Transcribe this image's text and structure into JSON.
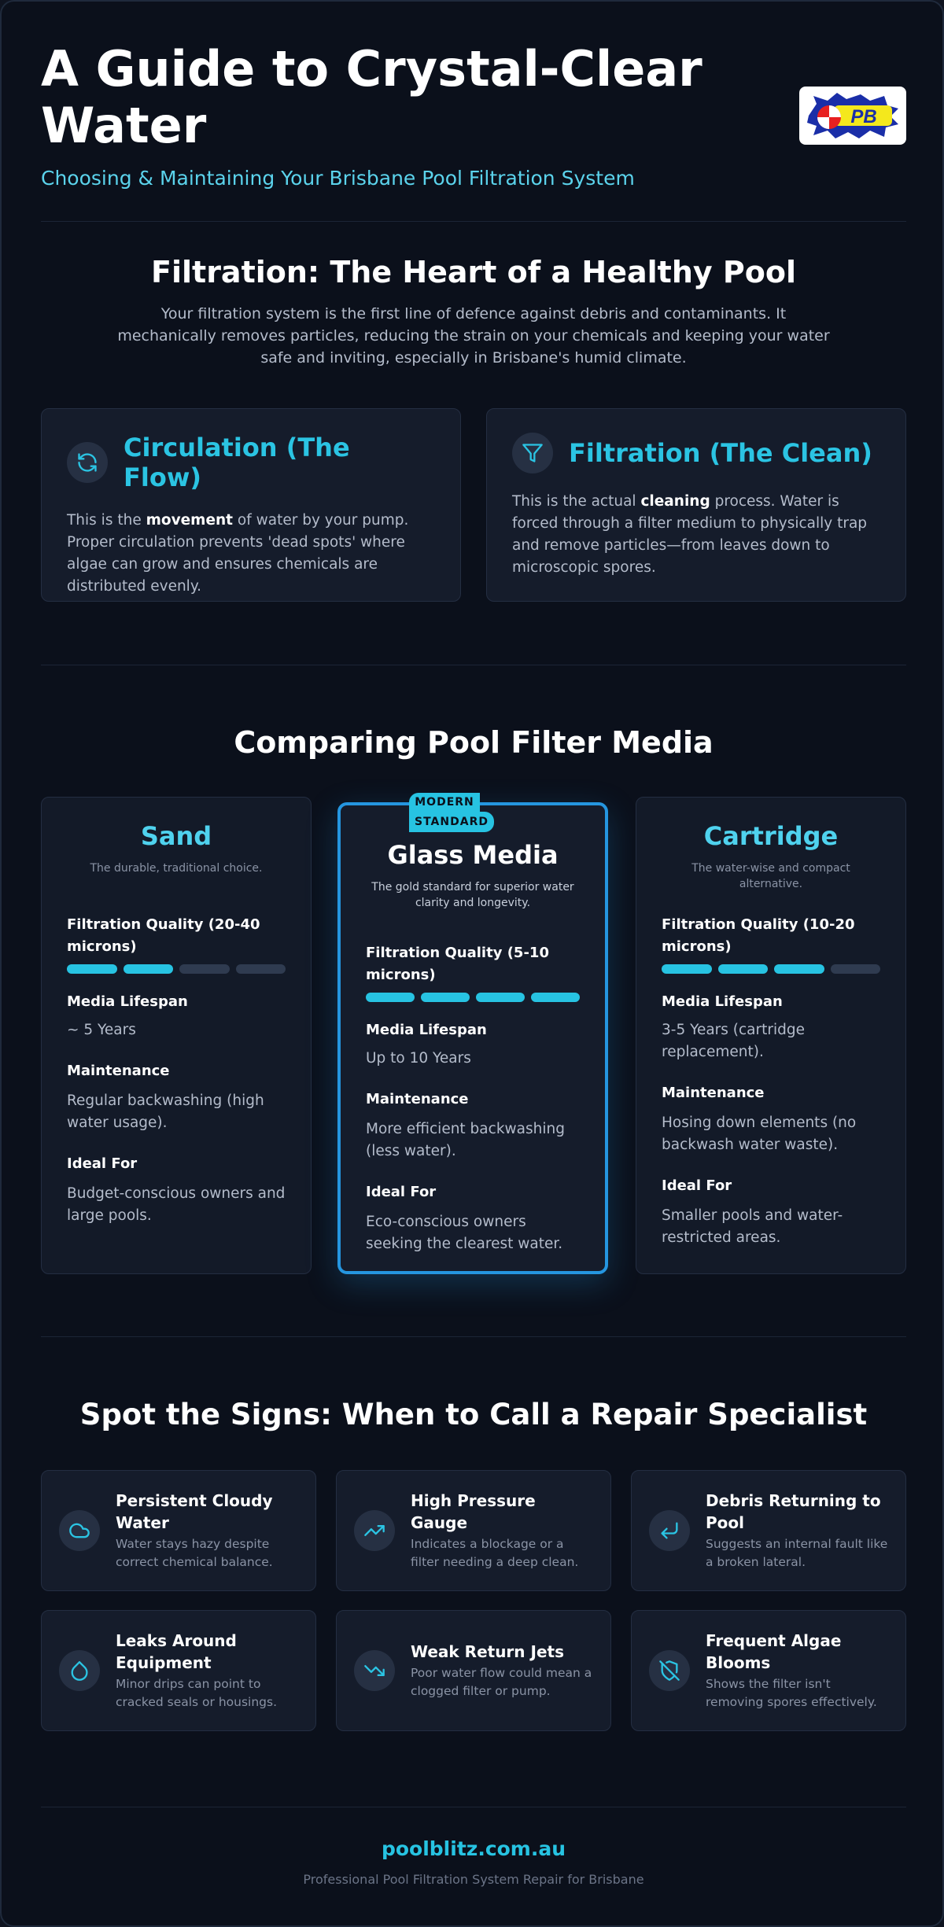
{
  "header": {
    "title": "A Guide to Crystal-Clear Water",
    "subtitle": "Choosing & Maintaining Your Brisbane Pool Filtration System",
    "logo_text": "PB"
  },
  "filtration": {
    "title": "Filtration: The Heart of a Healthy Pool",
    "intro": "Your filtration system is the first line of defence against debris and contaminants. It mechanically removes particles, reducing the strain on your chemicals and keeping your water safe and inviting, especially in Brisbane's humid climate.",
    "cards": [
      {
        "title": "Circulation (The Flow)",
        "icon": "refresh-icon",
        "text_before": "This is the ",
        "text_bold": "movement",
        "text_after": " of water by your pump. Proper circulation prevents 'dead spots' where algae can grow and ensures chemicals are distributed evenly."
      },
      {
        "title": "Filtration (The Clean)",
        "icon": "filter-icon",
        "text_before": "This is the actual ",
        "text_bold": "cleaning",
        "text_after": " process. Water is forced through a filter medium to physically trap and remove particles—from leaves down to microscopic spores."
      }
    ]
  },
  "comparison": {
    "title": "Comparing Pool Filter Media",
    "labels": {
      "lifespan": "Media Lifespan",
      "maintenance": "Maintenance",
      "ideal": "Ideal For"
    },
    "media": [
      {
        "name": "Sand",
        "tagline": "The durable, traditional choice.",
        "quality_label": "Filtration Quality (20-40 microns)",
        "quality_level": 2,
        "quality_max": 4,
        "lifespan": "~ 5 Years",
        "maintenance": "Regular backwashing (high water usage).",
        "ideal": "Budget-conscious owners and large pools."
      },
      {
        "name": "Glass Media",
        "badge_line1": "MODERN",
        "badge_line2": "STANDARD",
        "tagline": "The gold standard for superior water clarity and longevity.",
        "quality_label": "Filtration Quality (5-10 microns)",
        "quality_level": 4,
        "quality_max": 4,
        "lifespan": "Up to 10 Years",
        "maintenance": "More efficient backwashing (less water).",
        "ideal": "Eco-conscious owners seeking the clearest water."
      },
      {
        "name": "Cartridge",
        "tagline": "The water-wise and compact alternative.",
        "quality_label": "Filtration Quality (10-20 microns)",
        "quality_level": 3,
        "quality_max": 4,
        "lifespan": "3-5 Years (cartridge replacement).",
        "maintenance": "Hosing down elements (no backwash water waste).",
        "ideal": "Smaller pools and water-restricted areas."
      }
    ]
  },
  "signs": {
    "title": "Spot the Signs: When to Call a Repair Specialist",
    "items": [
      {
        "title": "Persistent Cloudy Water",
        "desc": "Water stays hazy despite correct chemical balance.",
        "icon": "cloud-icon"
      },
      {
        "title": "High Pressure Gauge",
        "desc": "Indicates a blockage or a filter needing a deep clean.",
        "icon": "trending-up-icon"
      },
      {
        "title": "Debris Returning to Pool",
        "desc": "Suggests an internal fault like a broken lateral.",
        "icon": "return-arrow-icon"
      },
      {
        "title": "Leaks Around Equipment",
        "desc": "Minor drips can point to cracked seals or housings.",
        "icon": "droplet-icon"
      },
      {
        "title": "Weak Return Jets",
        "desc": "Poor water flow could mean a clogged filter or pump.",
        "icon": "trending-down-icon"
      },
      {
        "title": "Frequent Algae Blooms",
        "desc": "Shows the filter isn't removing spores effectively.",
        "icon": "shield-off-icon"
      }
    ]
  },
  "footer": {
    "url": "poolblitz.com.au",
    "tagline": "Professional Pool Filtration System Repair for Brisbane"
  },
  "colors": {
    "background": "#0b101b",
    "card": "#151c2b",
    "accent": "#27c3e2",
    "featured_border": "#2596e0",
    "muted_text": "#b4bccb"
  }
}
